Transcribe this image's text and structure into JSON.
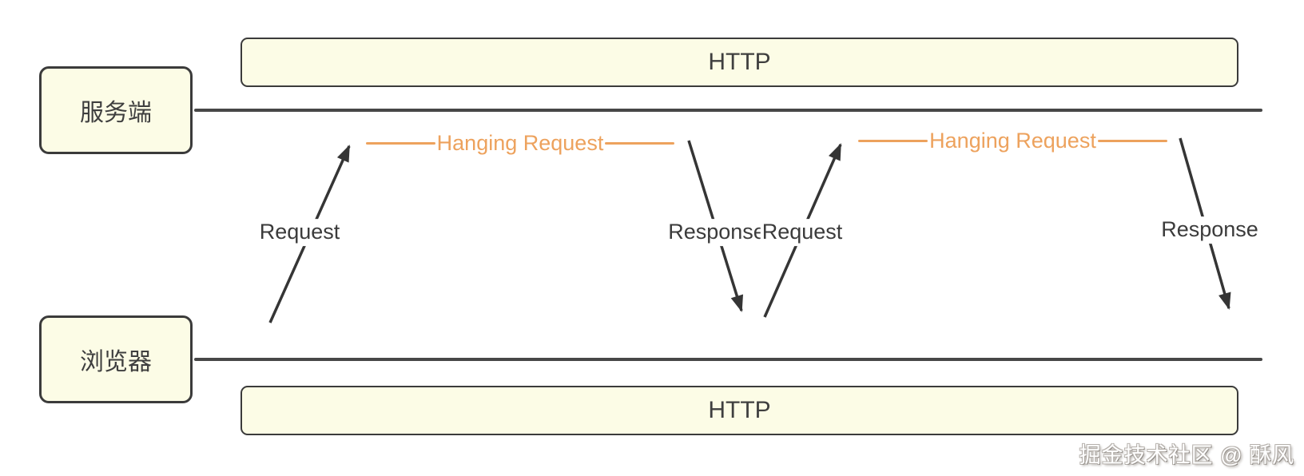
{
  "actors": {
    "server": {
      "label": "服务端"
    },
    "browser": {
      "label": "浏览器"
    }
  },
  "channels": {
    "top": {
      "label": "HTTP"
    },
    "bottom": {
      "label": "HTTP"
    }
  },
  "messages": {
    "request1": {
      "label": "Request"
    },
    "hanging1": {
      "label": "Hanging Request"
    },
    "response1": {
      "label": "Response"
    },
    "request2": {
      "label": "Request"
    },
    "hanging2": {
      "label": "Hanging Request"
    },
    "response2": {
      "label": "Response"
    }
  },
  "watermark": {
    "text": "掘金技术社区 @ 酥风"
  },
  "colors": {
    "accent_orange": "#EDA25D",
    "line_dark": "#3B3B3B",
    "box_fill": "#FCFCE6"
  }
}
